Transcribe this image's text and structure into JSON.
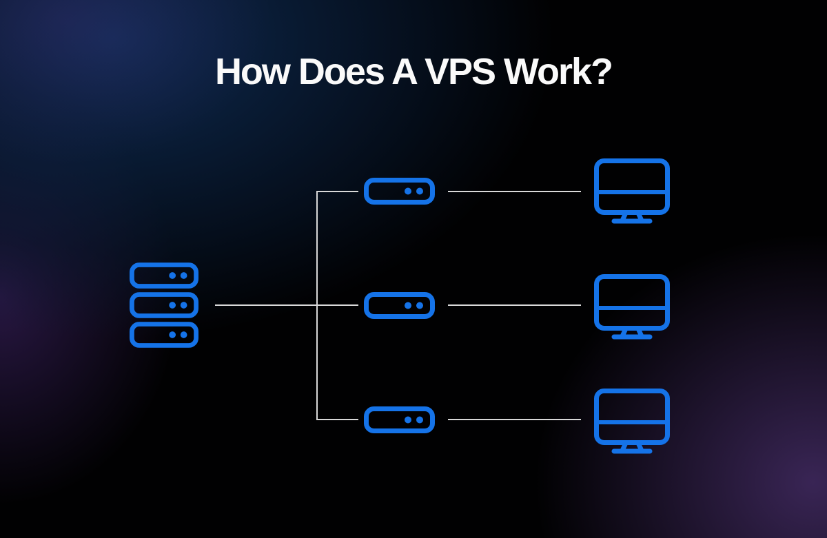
{
  "title": "How Does A VPS Work?",
  "colors": {
    "accent_blue": "#1573E8",
    "connector_gray": "#D9D9D9",
    "title_color": "#FAFAFA",
    "bg_base": "#010102",
    "bg_navy_glow": "#0D2B52",
    "bg_purple_left": "#2F1B4E",
    "bg_purple_bottom_right": "#3E285C"
  },
  "diagram": {
    "physical_server": {
      "icon": "server-rack-icon",
      "rack_rows": 3
    },
    "vps_servers": [
      {
        "icon": "server-icon"
      },
      {
        "icon": "server-icon"
      },
      {
        "icon": "server-icon"
      }
    ],
    "client_computers": [
      {
        "icon": "monitor-icon"
      },
      {
        "icon": "monitor-icon"
      },
      {
        "icon": "monitor-icon"
      }
    ],
    "connectors": 7
  }
}
